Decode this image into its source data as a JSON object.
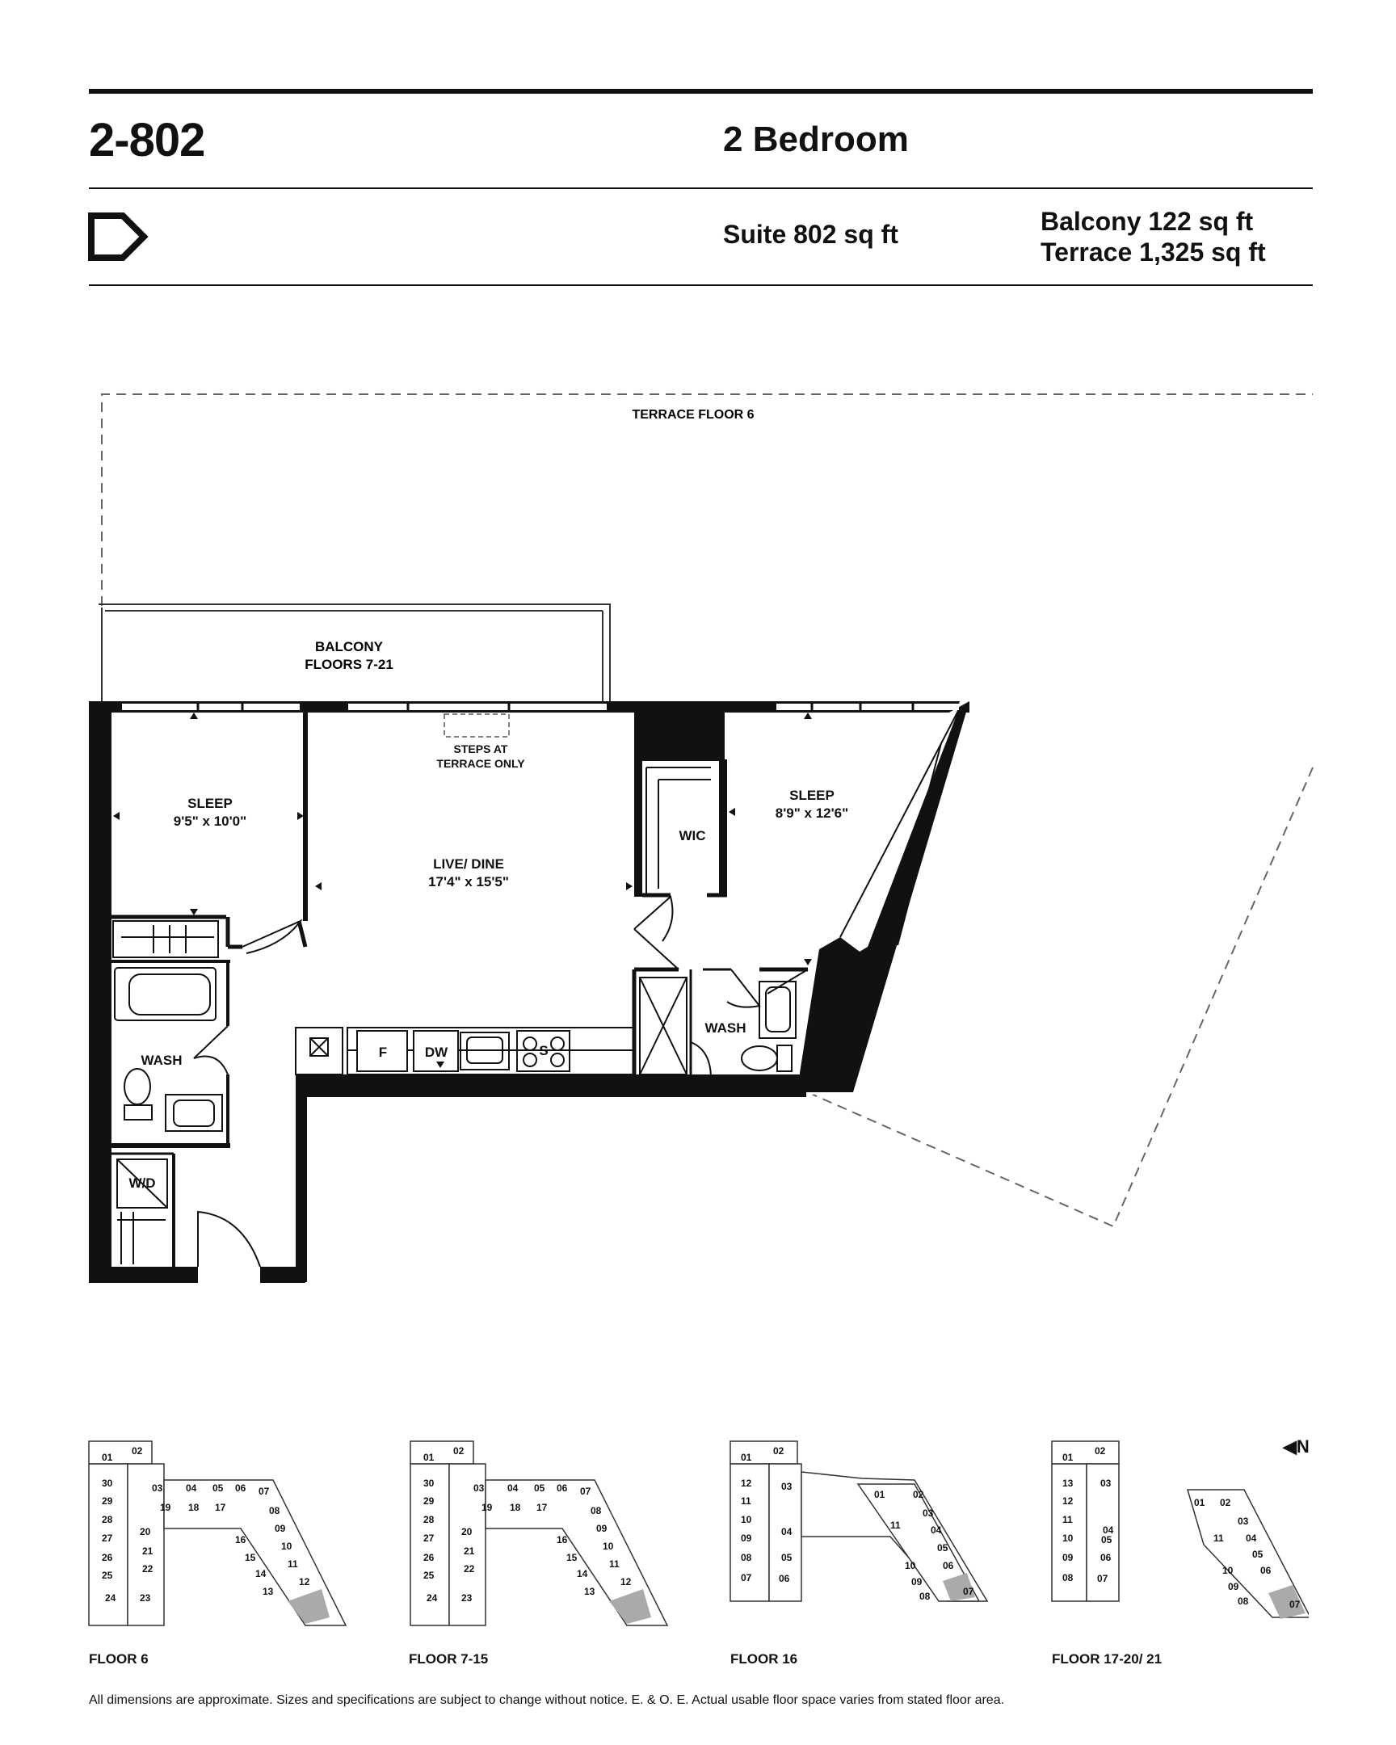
{
  "header": {
    "suite_code": "2-802",
    "unit_type": "2 Bedroom",
    "suite_size": "Suite 802 sq ft",
    "balcony_size": "Balcony 122 sq ft",
    "terrace_size": "Terrace 1,325 sq ft",
    "logo_icon": "d-logo-icon"
  },
  "plan": {
    "terrace_label": "TERRACE FLOOR 6",
    "balcony_label_1": "BALCONY",
    "balcony_label_2": "FLOORS 7-21",
    "steps_label_1": "STEPS AT",
    "steps_label_2": "TERRACE ONLY",
    "sleep1_name": "SLEEP",
    "sleep1_dim": "9'5\" x 10'0\"",
    "live_name": "LIVE/ DINE",
    "live_dim": "17'4\" x 15'5\"",
    "sleep2_name": "SLEEP",
    "sleep2_dim": "8'9\" x 12'6\"",
    "wic": "WIC",
    "wash1": "WASH",
    "wash2": "WASH",
    "fridge": "F",
    "dishwasher": "DW",
    "stove": "S",
    "laundry": "W/D"
  },
  "keyplans": {
    "floor6": "FLOOR 6",
    "floor7_15": "FLOOR 7-15",
    "floor16": "FLOOR 16",
    "floor17_21": "FLOOR 17-20/ 21",
    "north": "N",
    "units_a": [
      "01",
      "02",
      "30",
      "03",
      "04",
      "05",
      "06",
      "07",
      "29",
      "19",
      "18",
      "17",
      "08",
      "28",
      "20",
      "16",
      "09",
      "27",
      "21",
      "15",
      "10",
      "26",
      "22",
      "14",
      "11",
      "25",
      "24",
      "23",
      "13",
      "12"
    ],
    "units_16": [
      "01",
      "02",
      "12",
      "03",
      "11",
      "10",
      "04",
      "09",
      "08",
      "05",
      "07",
      "06"
    ],
    "units_17": [
      "01",
      "02",
      "13",
      "03",
      "12",
      "11",
      "04",
      "10",
      "05",
      "09",
      "06",
      "08",
      "07"
    ],
    "units_tower": [
      "01",
      "02",
      "03",
      "04",
      "11",
      "05",
      "10",
      "06",
      "09",
      "08",
      "07"
    ]
  },
  "footnote": "All dimensions are approximate. Sizes and specifications are subject to change without notice. E. & O. E. Actual usable floor space varies from stated floor area."
}
